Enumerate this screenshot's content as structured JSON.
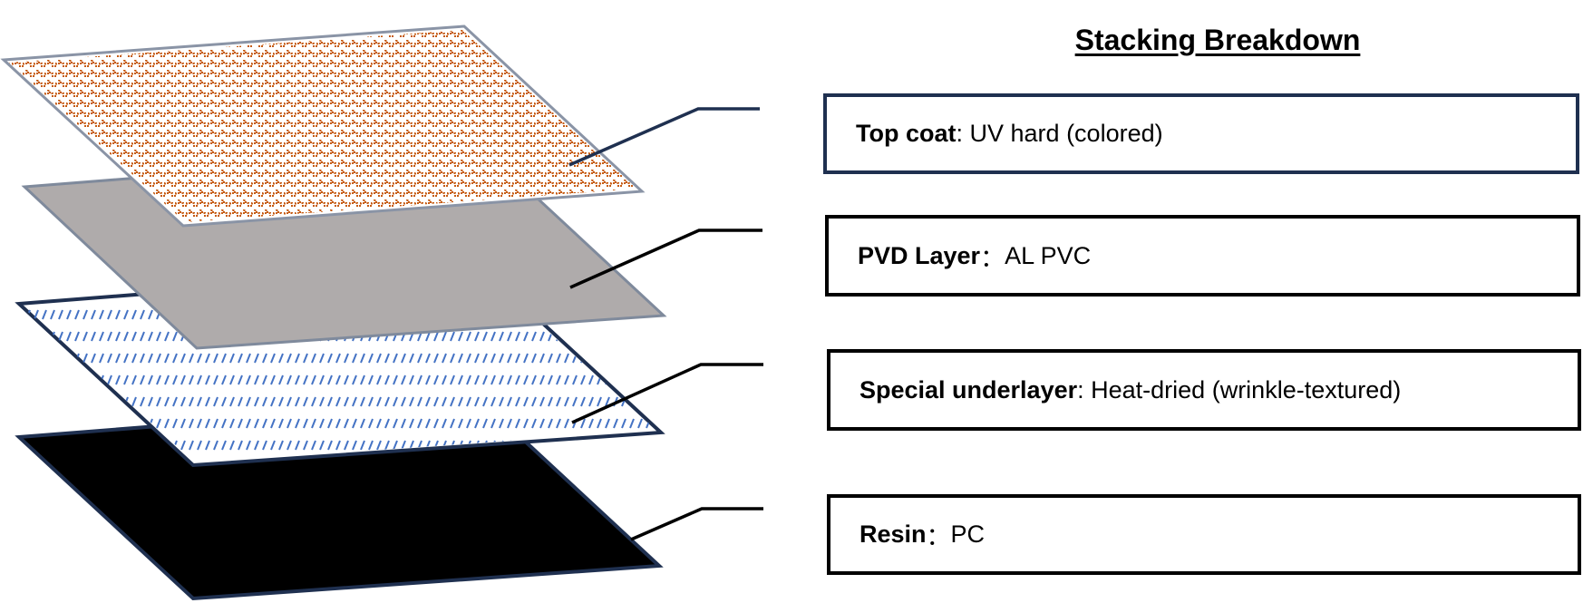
{
  "title": "Stacking Breakdown",
  "layers": [
    {
      "name": "Top coat",
      "separator": ": ",
      "value": "UV hard (colored)",
      "fill": "#c55a11",
      "border": "#1f3050",
      "leader": "#1f3050"
    },
    {
      "name": "PVD Layer",
      "separator": "：",
      "value": "AL PVC",
      "fill": "#afabab",
      "border": "#000000",
      "leader": "#000000"
    },
    {
      "name": "Special underlayer",
      "separator": ": ",
      "value": "Heat-dried (wrinkle-textured)",
      "fill": "#4472c4",
      "border": "#000000",
      "leader": "#000000"
    },
    {
      "name": "Resin",
      "separator": "：",
      "value": "PC",
      "fill": "#000000",
      "border": "#000000",
      "leader": "#000000"
    }
  ]
}
